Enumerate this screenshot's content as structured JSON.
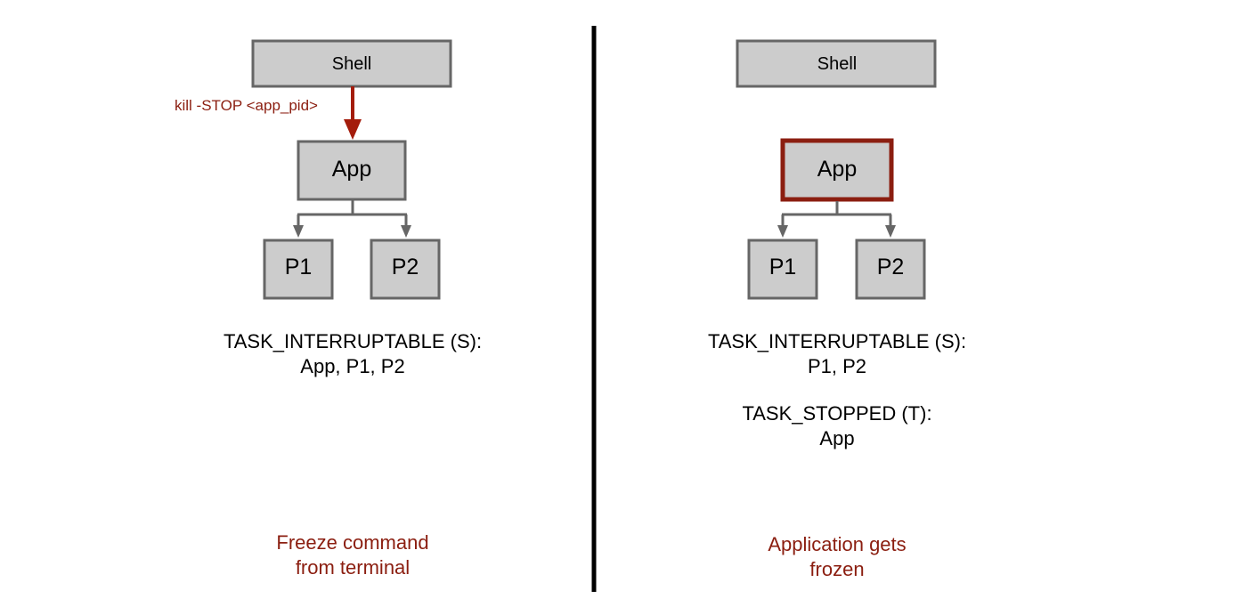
{
  "colors": {
    "node_fill": "#cccccc",
    "node_border": "#666666",
    "frozen_border": "#8b1e10",
    "signal_arrow": "#a41c0c",
    "caption": "#8b1e10",
    "divider": "#000000"
  },
  "left_panel": {
    "shell_label": "Shell",
    "signal_label": "kill -STOP <app_pid>",
    "app_label": "App",
    "p1_label": "P1",
    "p2_label": "P2",
    "interruptable_heading": "TASK_INTERRUPTABLE (S):",
    "interruptable_list": "App, P1, P2",
    "caption_line1": "Freeze command",
    "caption_line2": "from terminal"
  },
  "right_panel": {
    "shell_label": "Shell",
    "app_label": "App",
    "p1_label": "P1",
    "p2_label": "P2",
    "interruptable_heading": "TASK_INTERRUPTABLE (S):",
    "interruptable_list": "P1, P2",
    "stopped_heading": "TASK_STOPPED (T):",
    "stopped_list": "App",
    "caption_line1": "Application gets",
    "caption_line2": "frozen"
  }
}
